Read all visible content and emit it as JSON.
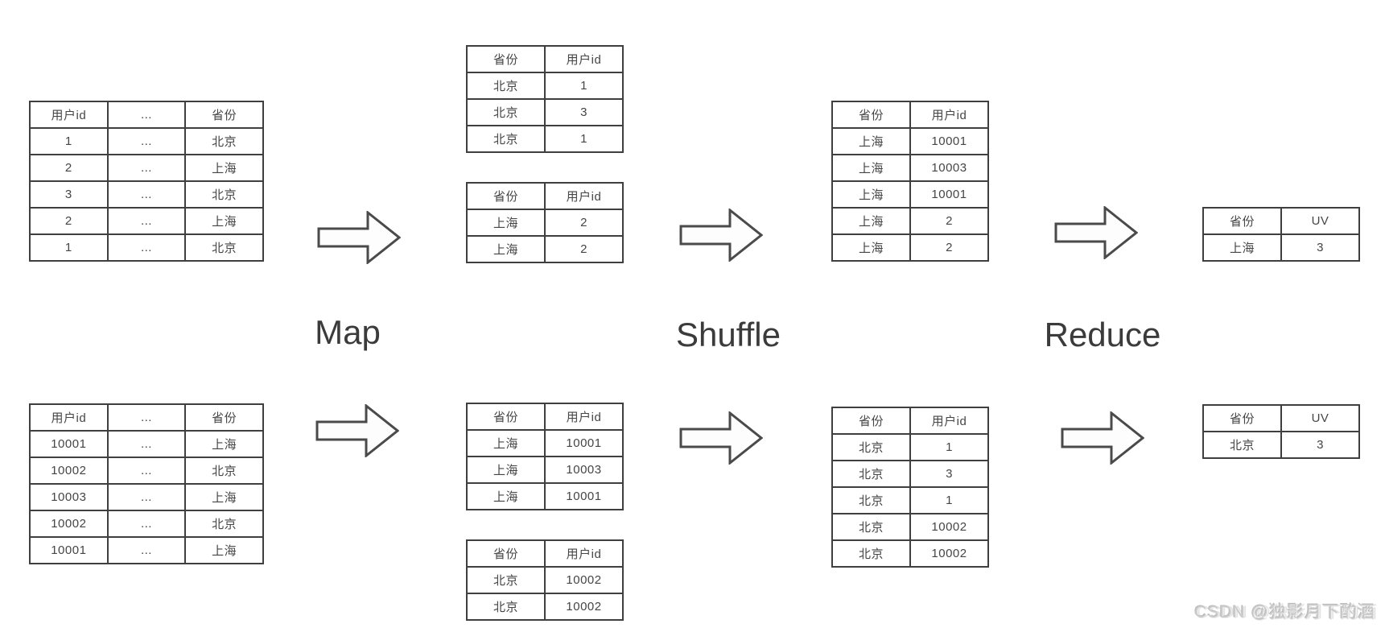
{
  "stages": {
    "map": "Map",
    "shuffle": "Shuffle",
    "reduce": "Reduce"
  },
  "tables": {
    "source_top": {
      "headers": [
        "用户id",
        "...",
        "省份"
      ],
      "rows": [
        [
          "1",
          "...",
          "北京"
        ],
        [
          "2",
          "...",
          "上海"
        ],
        [
          "3",
          "...",
          "北京"
        ],
        [
          "2",
          "...",
          "上海"
        ],
        [
          "1",
          "...",
          "北京"
        ]
      ]
    },
    "source_bottom": {
      "headers": [
        "用户id",
        "...",
        "省份"
      ],
      "rows": [
        [
          "10001",
          "...",
          "上海"
        ],
        [
          "10002",
          "...",
          "北京"
        ],
        [
          "10003",
          "...",
          "上海"
        ],
        [
          "10002",
          "...",
          "北京"
        ],
        [
          "10001",
          "...",
          "上海"
        ]
      ]
    },
    "map_top_beijing": {
      "headers": [
        "省份",
        "用户id"
      ],
      "rows": [
        [
          "北京",
          "1"
        ],
        [
          "北京",
          "3"
        ],
        [
          "北京",
          "1"
        ]
      ]
    },
    "map_top_shanghai": {
      "headers": [
        "省份",
        "用户id"
      ],
      "rows": [
        [
          "上海",
          "2"
        ],
        [
          "上海",
          "2"
        ]
      ]
    },
    "map_bottom_shanghai": {
      "headers": [
        "省份",
        "用户id"
      ],
      "rows": [
        [
          "上海",
          "10001"
        ],
        [
          "上海",
          "10003"
        ],
        [
          "上海",
          "10001"
        ]
      ]
    },
    "map_bottom_beijing": {
      "headers": [
        "省份",
        "用户id"
      ],
      "rows": [
        [
          "北京",
          "10002"
        ],
        [
          "北京",
          "10002"
        ]
      ]
    },
    "shuffle_top_shanghai": {
      "headers": [
        "省份",
        "用户id"
      ],
      "rows": [
        [
          "上海",
          "10001"
        ],
        [
          "上海",
          "10003"
        ],
        [
          "上海",
          "10001"
        ],
        [
          "上海",
          "2"
        ],
        [
          "上海",
          "2"
        ]
      ]
    },
    "shuffle_bottom_beijing": {
      "headers": [
        "省份",
        "用户id"
      ],
      "rows": [
        [
          "北京",
          "1"
        ],
        [
          "北京",
          "3"
        ],
        [
          "北京",
          "1"
        ],
        [
          "北京",
          "10002"
        ],
        [
          "北京",
          "10002"
        ]
      ]
    },
    "reduce_top": {
      "headers": [
        "省份",
        "UV"
      ],
      "rows": [
        [
          "上海",
          "3"
        ]
      ]
    },
    "reduce_bottom": {
      "headers": [
        "省份",
        "UV"
      ],
      "rows": [
        [
          "北京",
          "3"
        ]
      ]
    }
  },
  "watermark": "CSDN @独影月下酌酒",
  "colors": {
    "table_border": "#3f3f3f",
    "table_text": "#454545",
    "stage_label": "#3b3b3b",
    "arrow_outline": "#4a4a4a",
    "arrow_fill": "#fdfdfd",
    "watermark": "#cccccc",
    "background": "#ffffff"
  }
}
